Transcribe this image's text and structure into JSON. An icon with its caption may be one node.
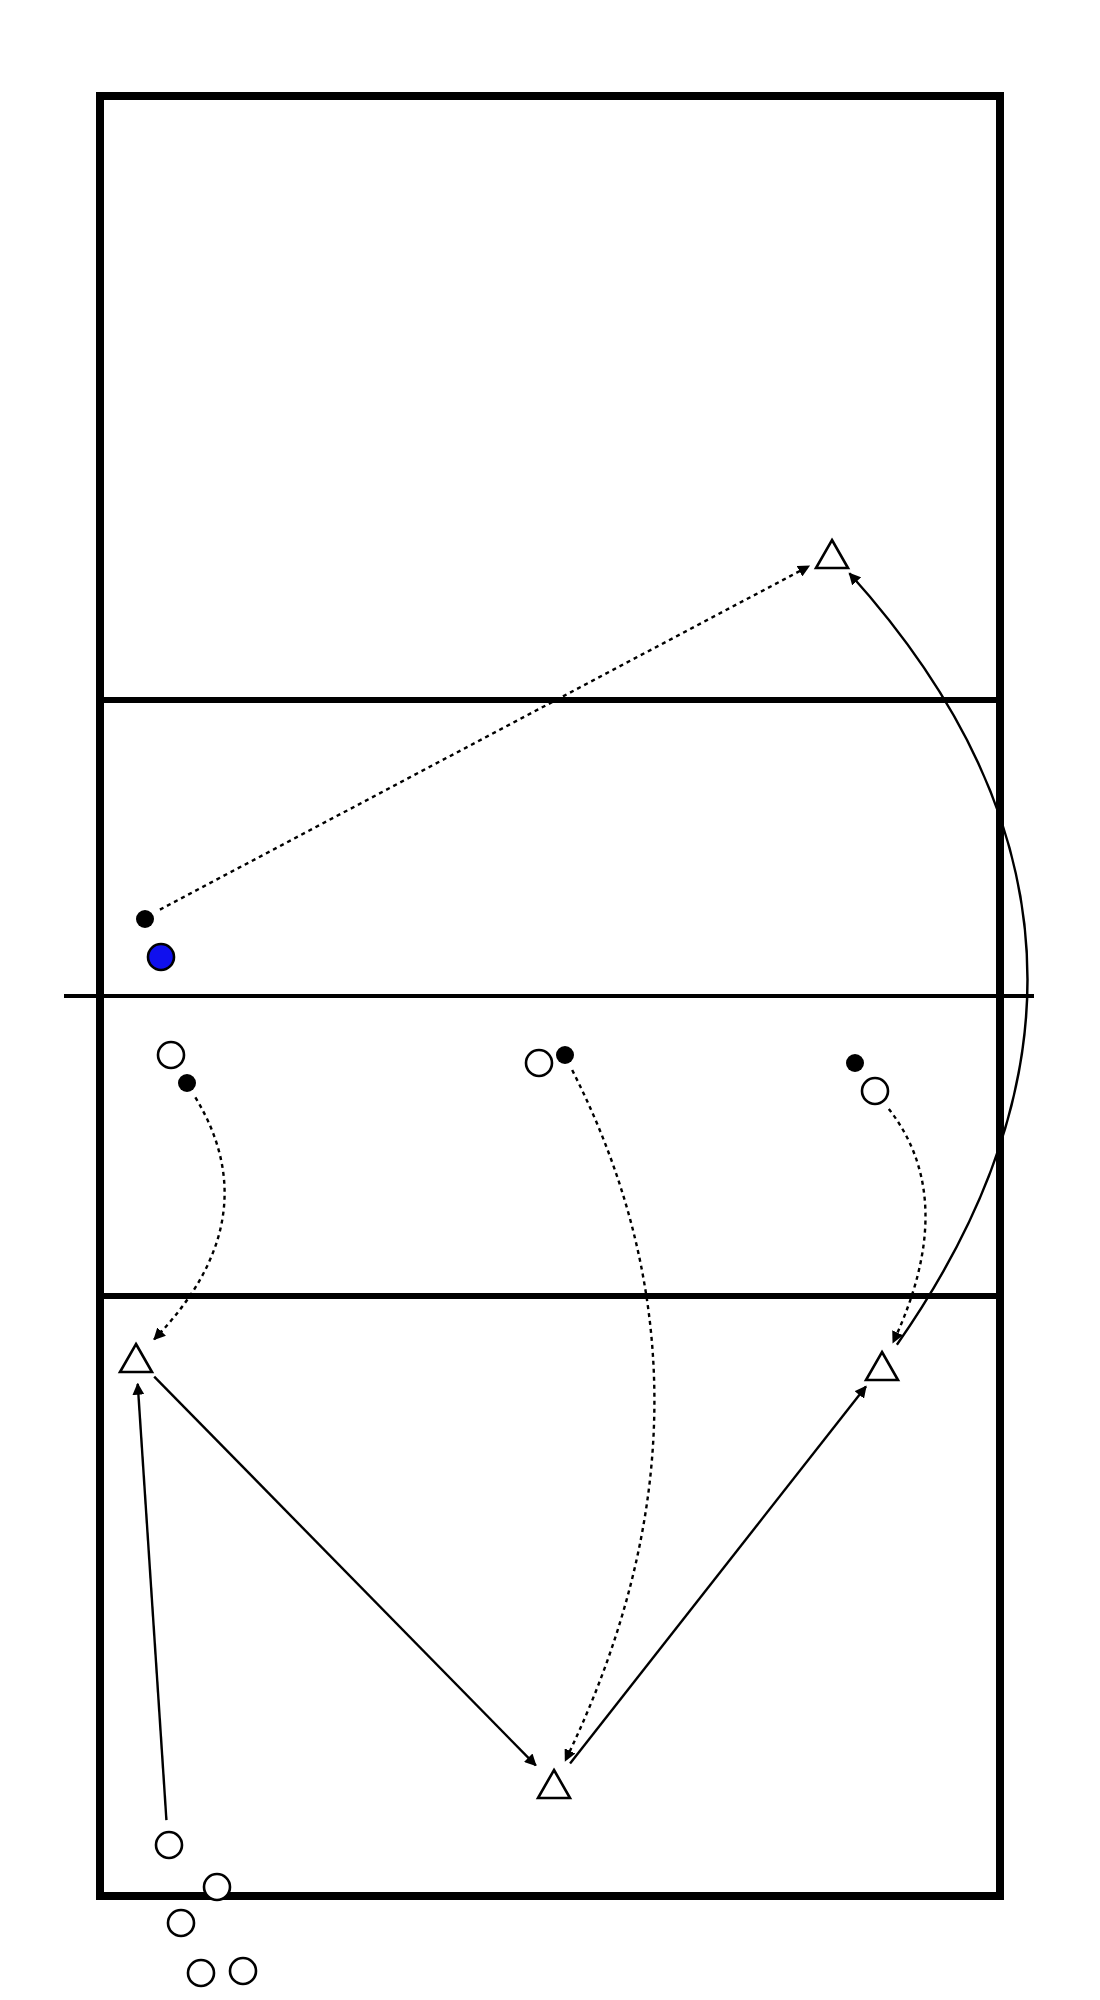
{
  "diagram": {
    "nodes": [
      {
        "text": [],
        "shape": "triangle"
      },
      {
        "text": [],
        "shape": "dot"
      },
      {
        "text": [],
        "shape": "circle"
      },
      {
        "text": [],
        "shape": "circle"
      },
      {
        "text": [],
        "shape": "circle"
      },
      {
        "text": [],
        "shape": "dot"
      },
      {
        "text": [],
        "shape": "dot"
      },
      {
        "text": [],
        "shape": "dot"
      },
      {
        "text": [],
        "shape": "circle"
      },
      {
        "text": [],
        "shape": "triangle"
      },
      {
        "text": [],
        "shape": "triangle"
      },
      {
        "text": [],
        "shape": "triangle"
      },
      {
        "text": [],
        "shape": "circle"
      },
      {
        "text": [],
        "shape": "circle"
      },
      {
        "text": [],
        "shape": "circle"
      },
      {
        "text": [],
        "shape": "circle"
      },
      {
        "text": [],
        "shape": "circle"
      }
    ],
    "edges": [
      {
        "from": 1,
        "to": 0,
        "arrow": "to",
        "style": "dashed"
      },
      {
        "from": 7,
        "to": 9,
        "arrow": "to",
        "style": "dashed"
      },
      {
        "from": 5,
        "to": 11,
        "arrow": "to",
        "style": "dashed"
      },
      {
        "from": 8,
        "to": 10,
        "arrow": "to",
        "style": "dashed"
      },
      {
        "from": 12,
        "to": 9,
        "arrow": "to"
      },
      {
        "from": 9,
        "to": 11,
        "arrow": "to"
      },
      {
        "from": 11,
        "to": 10,
        "arrow": "to"
      },
      {
        "from": 10,
        "to": 0,
        "arrow": "to"
      }
    ]
  }
}
